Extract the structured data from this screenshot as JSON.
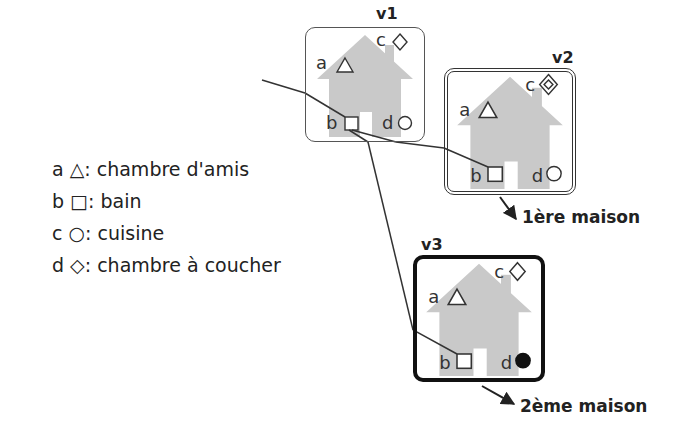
{
  "diagram": {
    "nodes": [
      {
        "text": [
          "v1",
          "a",
          "c",
          "b",
          "d"
        ]
      },
      {
        "text": [
          "v2",
          "a",
          "c",
          "b",
          "d"
        ]
      },
      {
        "text": [
          "v3",
          "a",
          "c",
          "b",
          "d"
        ]
      }
    ],
    "edges": [
      {
        "from": 0,
        "to": 1,
        "arrow": "none"
      },
      {
        "from": 0,
        "to": 2,
        "arrow": "none"
      }
    ],
    "labels": [
      "1ère maison",
      "2ème maison"
    ],
    "legend": [
      {
        "text": "a △: chambre d'amis"
      },
      {
        "text": "b □: bain"
      },
      {
        "text": "c ○: cuisine"
      },
      {
        "text": "d ◇: chambre à coucher"
      }
    ]
  }
}
